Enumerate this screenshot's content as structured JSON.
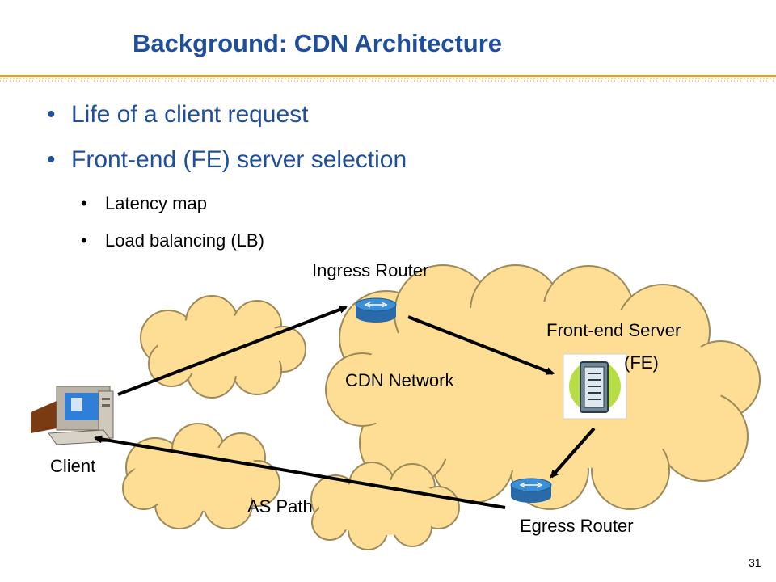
{
  "slide": {
    "title": "Background:  CDN Architecture",
    "page_number": "31",
    "bullets": [
      {
        "text": "Life of a client request",
        "level": 1
      },
      {
        "text": "Front-end (FE) server selection",
        "level": 1
      },
      {
        "text": "Latency map",
        "level": 2
      },
      {
        "text": "Load balancing (LB)",
        "level": 2
      }
    ]
  },
  "diagram": {
    "labels": {
      "ingress_router": "Ingress Router",
      "front_end_server_line1": "Front-end Server",
      "front_end_server_line2": "(FE)",
      "cdn_network": "CDN Network",
      "client": "Client",
      "as_path": "AS Path",
      "egress_router": "Egress Router"
    },
    "icons": [
      "router-icon",
      "server-icon",
      "computer-icon",
      "cloud-shape"
    ]
  },
  "colors": {
    "title": "#1f4e9c",
    "bullet_level1": "#1f4e9c",
    "accent_rule": "#f2a200",
    "cloud_fill": "#fdde94",
    "cloud_stroke": "#9c8a5a",
    "router": "#3a7fc2",
    "server_bg": "#b8de45",
    "arrow": "#000000"
  }
}
